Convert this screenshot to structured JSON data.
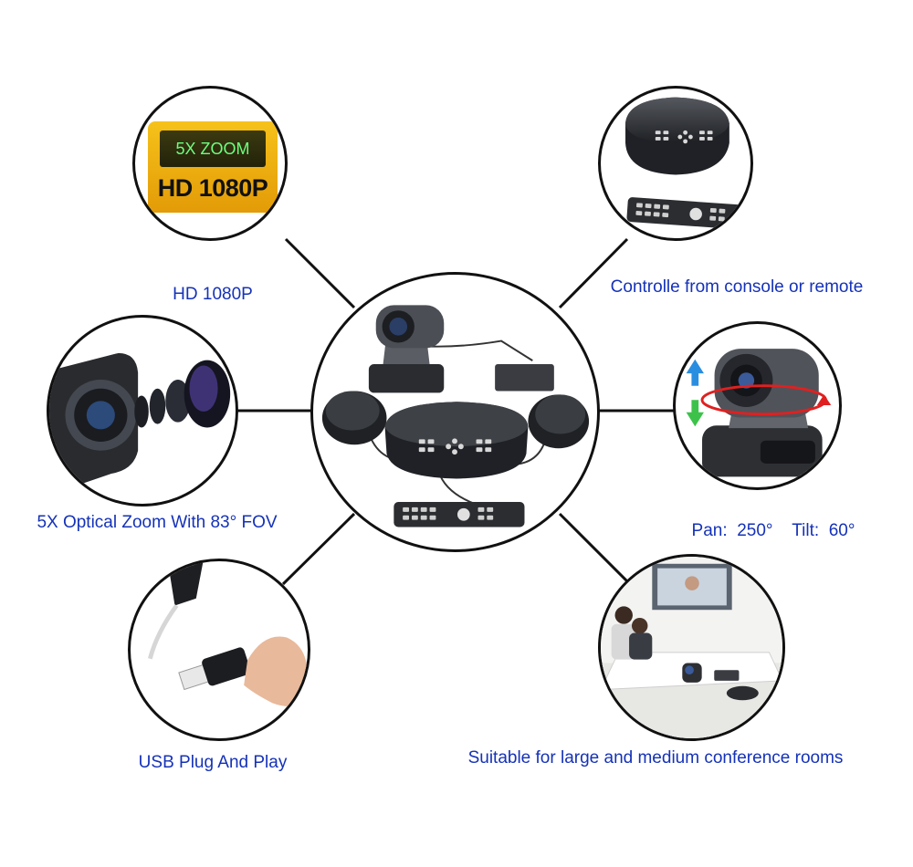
{
  "features": {
    "hd": {
      "caption": "HD 1080P",
      "badge_zoom": "5X ZOOM",
      "badge_res": "HD 1080P"
    },
    "control": {
      "caption": "Controlle from console or remote"
    },
    "zoom": {
      "caption": "5X Optical Zoom With 83° FOV"
    },
    "pantilt": {
      "caption": "Pan:  250°    Tilt:  60°"
    },
    "usb": {
      "caption": "USB Plug And Play"
    },
    "room": {
      "caption": "Suitable for large and medium conference rooms"
    }
  },
  "colors": {
    "caption": "#1532b8",
    "badge_gold": "#f0b410",
    "badge_green_text": "#6cff7e",
    "device_dark": "#2a2c30",
    "arrow_blue": "#2a8ee0",
    "arrow_green": "#3cc24a",
    "arrow_red": "#e02020"
  }
}
